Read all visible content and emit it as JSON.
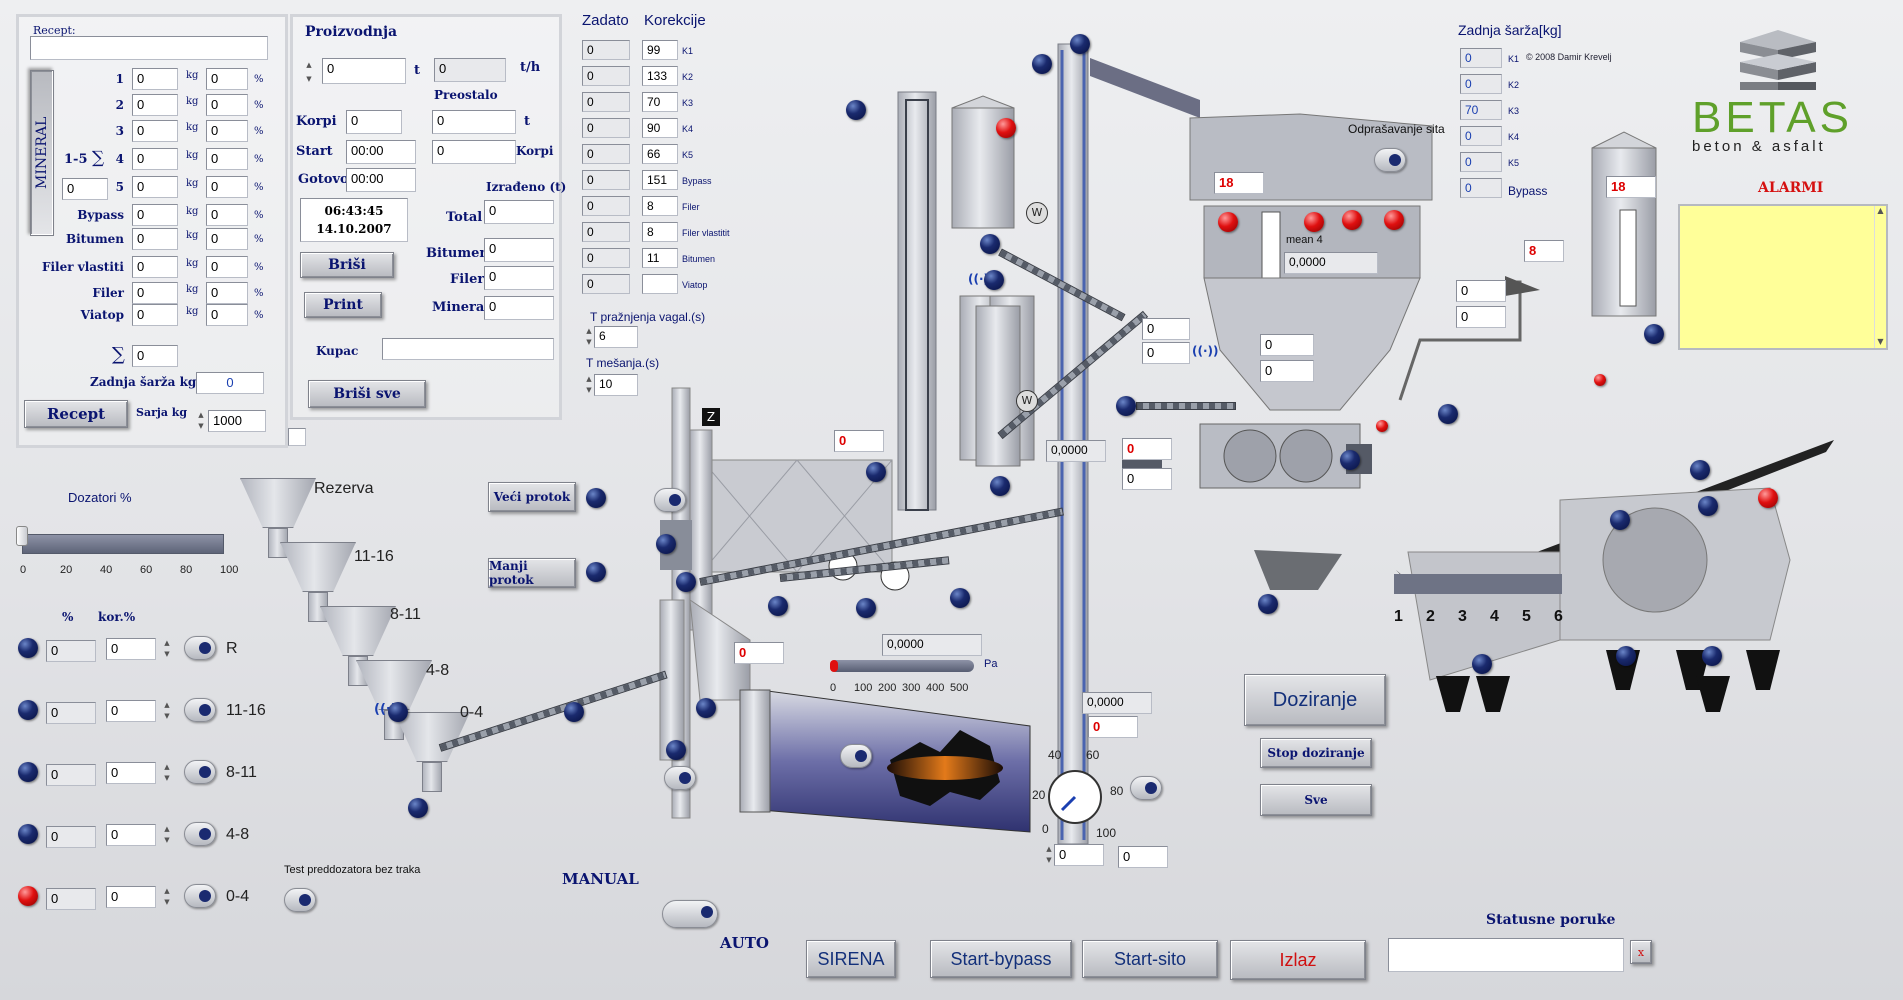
{
  "recipe": {
    "title": "Recept:",
    "vertical_label": "MINERAL",
    "range_label": "1-5",
    "sum_symbol": "∑",
    "bin_value": "0",
    "rows": [
      {
        "label": "1",
        "kg": "0",
        "pct": "0"
      },
      {
        "label": "2",
        "kg": "0",
        "pct": "0"
      },
      {
        "label": "3",
        "kg": "0",
        "pct": "0"
      },
      {
        "label": "4",
        "kg": "0",
        "pct": "0"
      },
      {
        "label": "5",
        "kg": "0",
        "pct": "0"
      },
      {
        "label": "Bypass",
        "kg": "0",
        "pct": "0"
      },
      {
        "label": "Bitumen",
        "kg": "0",
        "pct": "0"
      },
      {
        "label": "Filer vlastiti",
        "kg": "0",
        "pct": "0"
      },
      {
        "label": "Filer",
        "kg": "0",
        "pct": "0"
      },
      {
        "label": "Viatop",
        "kg": "0",
        "pct": "0"
      }
    ],
    "unit_kg": "kg",
    "unit_pct": "%",
    "sum_value": "0",
    "zadnja_label": "Zadnja šarža kg",
    "zadnja_value": "0",
    "recept_btn": "Recept",
    "sarza_label": "Sarja kg",
    "sarza_value": "1000"
  },
  "production": {
    "title": "Proizvodnja",
    "t_value": "0",
    "t_unit": "t",
    "th_value": "0",
    "th_unit": "t/h",
    "preostalo": "Preostalo",
    "korpi_label": "Korpi",
    "korpi_value": "0",
    "rem_t": "0",
    "rem_t_unit": "t",
    "start_label": "Start",
    "start_value": "00:00",
    "rem_korpi": "0",
    "rem_korpi_unit": "Korpi",
    "gotovo_label": "Gotovo",
    "gotovo_value": "00:00",
    "izradeno": "Izrađeno (t)",
    "time": "06:43:45",
    "date": "14.10.2007",
    "total_label": "Total",
    "total_value": "0",
    "brisi": "Briši",
    "print": "Print",
    "bitumen_label": "Bitumen",
    "bitumen_value": "0",
    "filer_label": "Filer",
    "filer_value": "0",
    "mineral_label": "Mineral",
    "mineral_value": "0",
    "kupac_label": "Kupac",
    "kupac_value": "",
    "brisi_sve": "Briši sve"
  },
  "correction": {
    "zadato": "Zadato",
    "korekcije": "Korekcije",
    "rows": [
      {
        "z": "0",
        "k": "99",
        "n": "K1"
      },
      {
        "z": "0",
        "k": "133",
        "n": "K2"
      },
      {
        "z": "0",
        "k": "70",
        "n": "K3"
      },
      {
        "z": "0",
        "k": "90",
        "n": "K4"
      },
      {
        "z": "0",
        "k": "66",
        "n": "K5"
      },
      {
        "z": "0",
        "k": "151",
        "n": "Bypass"
      },
      {
        "z": "0",
        "k": "8",
        "n": "Filer"
      },
      {
        "z": "0",
        "k": "8",
        "n": "Filer vlastitit"
      },
      {
        "z": "0",
        "k": "11",
        "n": "Bitumen"
      },
      {
        "z": "0",
        "k": "",
        "n": "Viatop"
      }
    ],
    "t_praz_label": "T pražnjenja vagal.(s)",
    "t_praz_value": "6",
    "t_mes_label": "T mešanja.(s)",
    "t_mes_value": "10"
  },
  "last_batch": {
    "title": "Zadnja šarža[kg]",
    "copyright": "© 2008 Damir Krevelj",
    "rows": [
      {
        "v": "0",
        "n": "K1"
      },
      {
        "v": "0",
        "n": "K2"
      },
      {
        "v": "70",
        "n": "K3"
      },
      {
        "v": "0",
        "n": "K4"
      },
      {
        "v": "0",
        "n": "K5"
      },
      {
        "v": "0",
        "n": "Bypass"
      }
    ]
  },
  "brand": {
    "name": "BETAS",
    "tagline": "beton & asfalt"
  },
  "alarms": {
    "title": "ALARMI"
  },
  "dozatori": {
    "label": "Dozatori %",
    "ticks": [
      "0",
      "20",
      "40",
      "60",
      "80",
      "100"
    ],
    "level": 0,
    "pct_hdr": "%",
    "kor_hdr": "kor.%",
    "rows": [
      {
        "p": "0",
        "k": "0",
        "n": "R"
      },
      {
        "p": "0",
        "k": "0",
        "n": "11-16"
      },
      {
        "p": "0",
        "k": "0",
        "n": "8-11"
      },
      {
        "p": "0",
        "k": "0",
        "n": "4-8"
      },
      {
        "p": "0",
        "k": "0",
        "n": "0-4"
      }
    ],
    "test_label": "Test preddozatora bez traka"
  },
  "hoppers": {
    "rezerva": "Rezerva",
    "h1": "11-16",
    "h2": "8-11",
    "h3": "4-8",
    "h4": "0-4"
  },
  "flow": {
    "veci": "Veći protok",
    "manji": "Manji protok"
  },
  "plant": {
    "z_label": "Z",
    "burner_value": "0",
    "pressure_value": "0,0000",
    "pressure_unit": "Pa",
    "pressure_ticks": [
      "0",
      "100",
      "200",
      "300",
      "400",
      "500"
    ],
    "gauge_ticks": [
      "20",
      "40",
      "60",
      "80",
      "100",
      "0"
    ],
    "gauge_val": "0,0000",
    "gauge_in1": "0",
    "gauge_in2": "0",
    "gauge_in3": "0",
    "elev_value": "0,0000",
    "w1": "W",
    "w2": "W",
    "tank1": "0",
    "tank2": "0",
    "mid1": "0",
    "mid2": "0",
    "mean_label": "mean 4",
    "mean_value": "0,0000",
    "vib1": "0",
    "vib2": "0",
    "screen_val": "18",
    "odpras": "Odprašavanje sita",
    "bit_val": "18",
    "bit_small": "8",
    "pipe1": "0",
    "pipe2": "0",
    "bins": [
      "1",
      "2",
      "3",
      "4",
      "5",
      "6"
    ],
    "sig": "((·))"
  },
  "mode": {
    "manual": "MANUAL",
    "auto": "AUTO"
  },
  "dosing": {
    "start": "Doziranje",
    "stop": "Stop doziranje",
    "sve": "Sve"
  },
  "status": {
    "title": "Statusne poruke",
    "value": "",
    "close": "x"
  },
  "bottom": {
    "sirena": "SIRENA",
    "bypass": "Start-bypass",
    "sito": "Start-sito",
    "izlaz": "Izlaz"
  }
}
